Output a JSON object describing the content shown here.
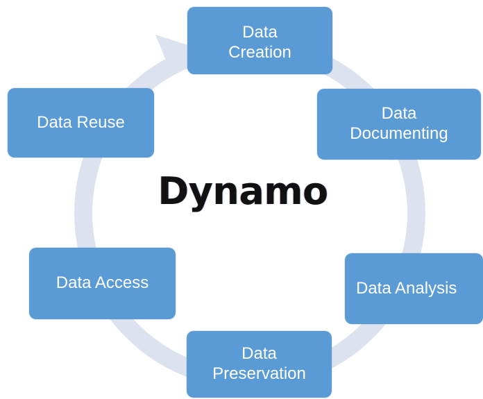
{
  "diagram": {
    "title": "Dynamo",
    "steps": [
      {
        "label": "Data\nCreation"
      },
      {
        "label": "Data\nDocumenting"
      },
      {
        "label": "Data Analysis"
      },
      {
        "label": "Data\nPreservation"
      },
      {
        "label": "Data Access"
      },
      {
        "label": "Data Reuse"
      }
    ]
  },
  "colors": {
    "box_fill": "#5b9bd5",
    "box_text": "#ffffff",
    "ring": "#dce3ef",
    "title_text": "#111111"
  }
}
